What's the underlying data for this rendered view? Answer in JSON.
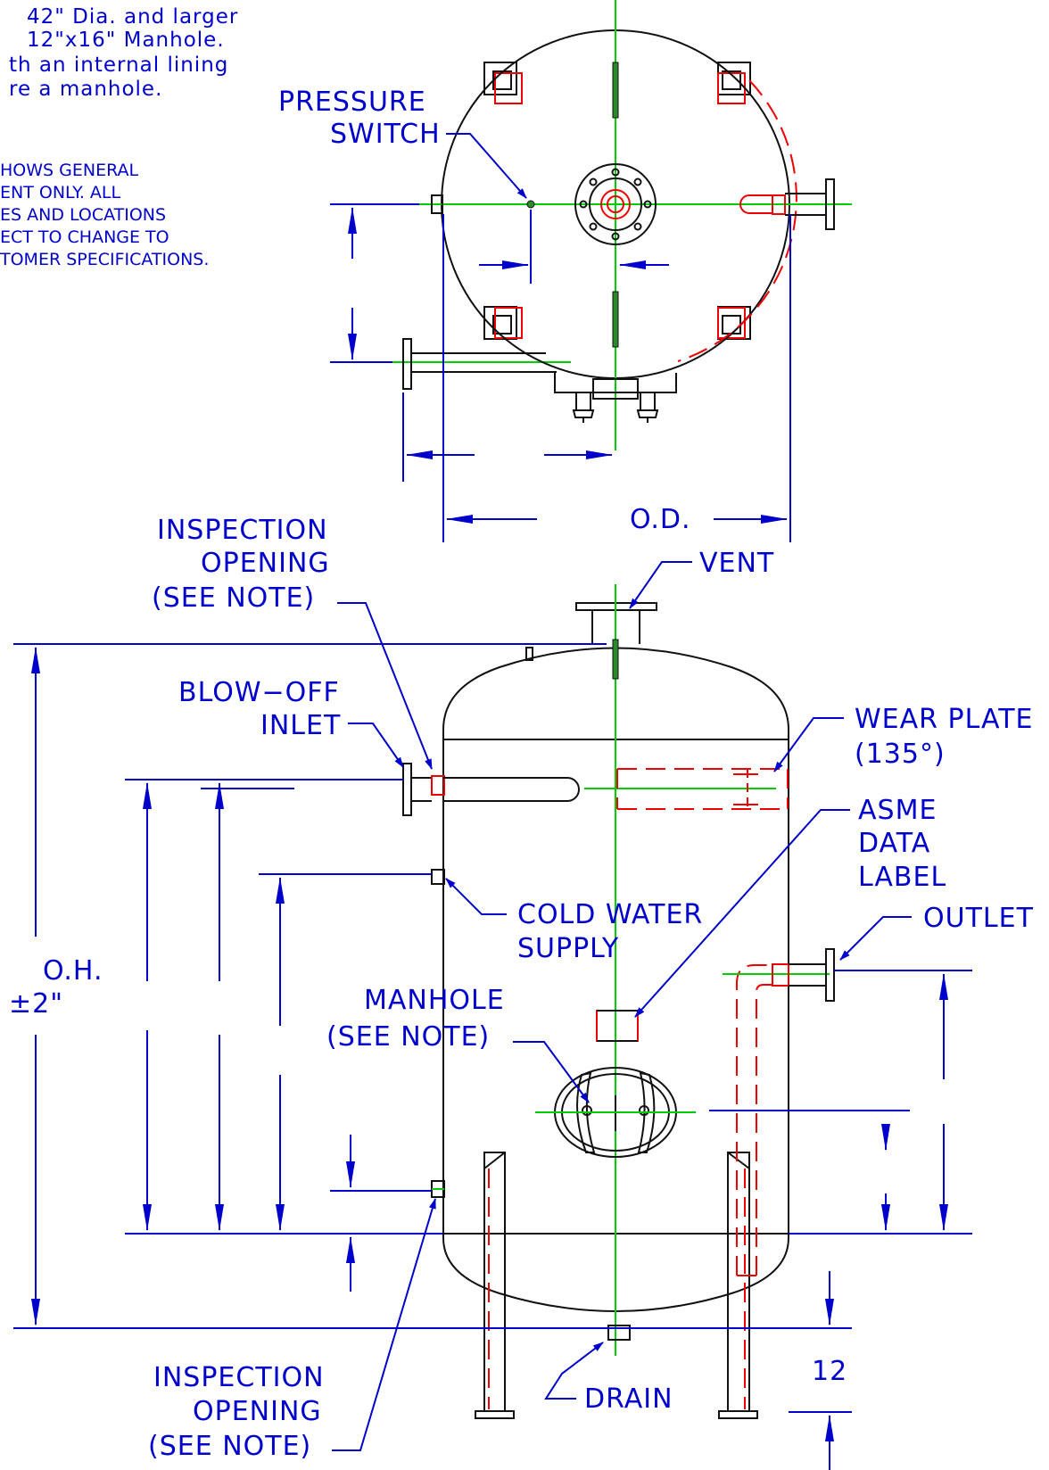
{
  "notes": {
    "top_note": [
      "42\" Dia. and larger",
      "12\"x16\" Manhole.",
      "th an internal lining",
      "re a manhole."
    ],
    "general_note": [
      "HOWS GENERAL",
      "ENT ONLY. ALL",
      "ES AND LOCATIONS",
      "ECT TO CHANGE TO",
      "TOMER SPECIFICATIONS."
    ]
  },
  "labels": {
    "pressure_switch": [
      "PRESSURE",
      "SWITCH"
    ],
    "od": "O.D.",
    "inspection_top": [
      "INSPECTION",
      "OPENING",
      "(SEE NOTE)"
    ],
    "vent": "VENT",
    "blowoff": [
      "BLOW−OFF",
      "INLET"
    ],
    "wear_plate": [
      "WEAR PLATE",
      "(135°)"
    ],
    "asme": [
      "ASME",
      "DATA",
      "LABEL"
    ],
    "cold_water": [
      "COLD WATER",
      "SUPPLY"
    ],
    "outlet": "OUTLET",
    "oh": [
      "O.H.",
      "±2\""
    ],
    "manhole": [
      "MANHOLE",
      "(SEE NOTE)"
    ],
    "inspection_bottom": [
      "INSPECTION",
      "OPENING",
      "(SEE NOTE)"
    ],
    "drain": "DRAIN",
    "leg_height": "12"
  }
}
